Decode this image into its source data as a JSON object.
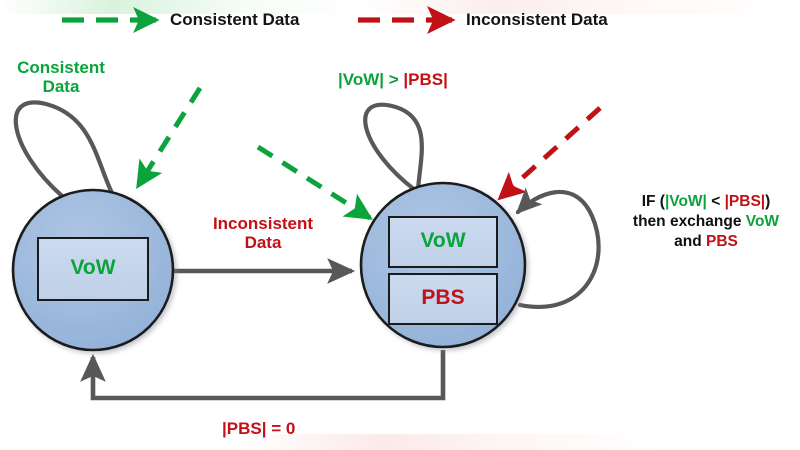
{
  "legend": {
    "items": [
      {
        "id": "consistent",
        "label": "Consistent Data",
        "color": "#0BA33C",
        "style": "dashed-arrow"
      },
      {
        "id": "inconsistent",
        "label": "Inconsistent Data",
        "color": "#C21017",
        "style": "dashed-arrow"
      }
    ]
  },
  "nodes": {
    "left": {
      "id": "state-vow",
      "boxes": [
        {
          "label": "VoW",
          "color": "#0BA33C"
        }
      ],
      "fill": "#9EBADD",
      "stroke": "#1A1A1A"
    },
    "right": {
      "id": "state-vow-pbs",
      "boxes": [
        {
          "label": "VoW",
          "color": "#0BA33C"
        },
        {
          "label": "PBS",
          "color": "#C21017"
        }
      ],
      "fill": "#9EBADD",
      "stroke": "#1A1A1A"
    }
  },
  "labels": {
    "left_selfloop": {
      "line1": "Consistent",
      "line2": "Data",
      "color": "#0BA33C"
    },
    "right_selfloop": {
      "part1": "|VoW|",
      "part2": " > ",
      "part3": "|PBS|",
      "color1": "#0BA33C",
      "color2": "#0BA33C",
      "color3": "#C21017"
    },
    "transition_mid": {
      "line1": "Inconsistent",
      "line2": "Data",
      "color": "#C21017"
    },
    "transition_bottom": {
      "text": "|PBS| = 0",
      "color": "#C21017"
    },
    "condition": {
      "line1_a": "IF (",
      "line1_b": "|VoW|",
      "line1_c": " < ",
      "line1_d": "|PBS|",
      "line1_e": ")",
      "line2_a": "then exchange ",
      "line2_b": "VoW",
      "line3_a": "and ",
      "line3_b": "PBS"
    }
  },
  "colors": {
    "green": "#0BA33C",
    "red": "#C21017",
    "edge_gray": "#585858",
    "node_fill": "#9EBADD",
    "inner_box_fill": "#C6D6EC",
    "node_stroke": "#1A1A1A"
  }
}
